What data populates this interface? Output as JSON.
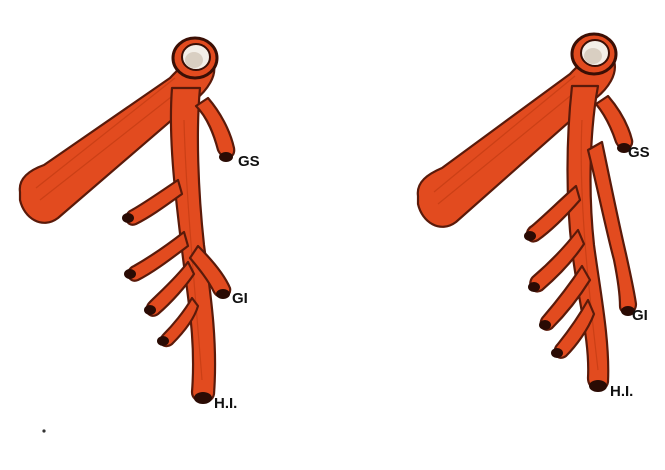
{
  "labels": {
    "gs": "GS",
    "gi": "GI",
    "hi": "H.I."
  },
  "colors": {
    "vessel": "#e24b1f",
    "vessel_outline": "#5a1a0a",
    "lumen": "#f3efe8",
    "background": "#ffffff"
  }
}
